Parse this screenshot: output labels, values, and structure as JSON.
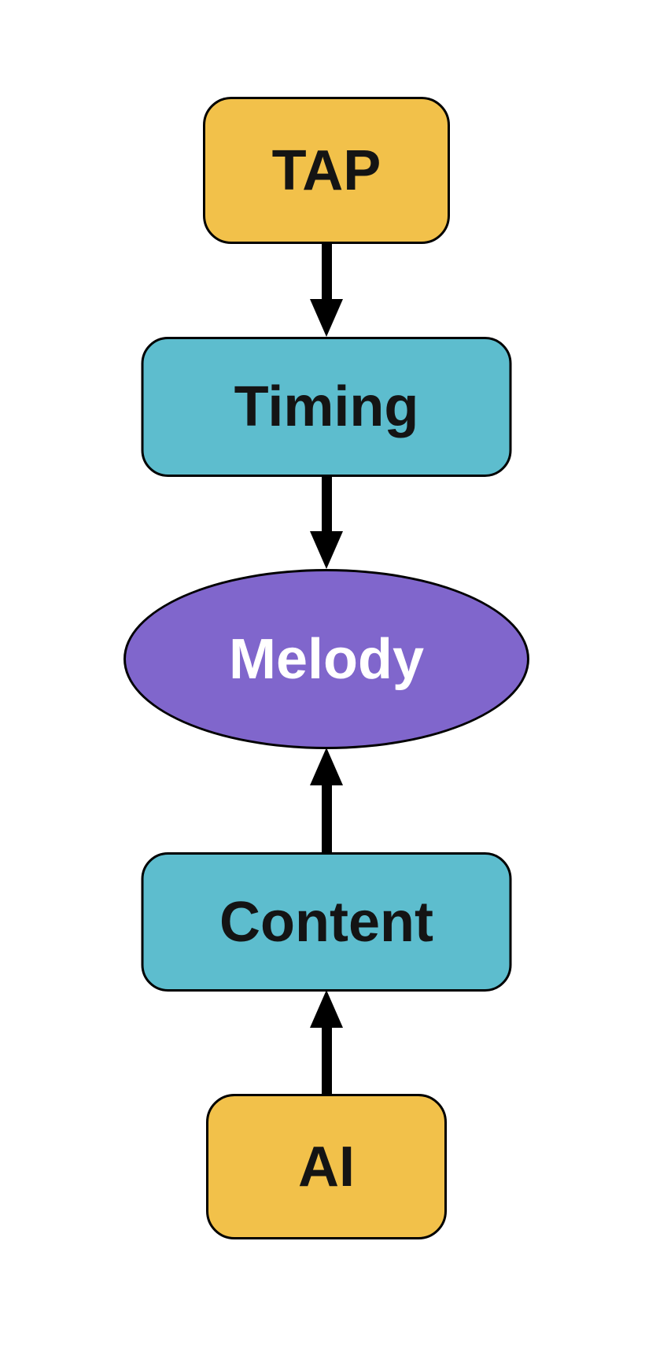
{
  "diagram": {
    "nodes": [
      {
        "id": "tap",
        "label": "TAP",
        "shape": "rounded-rect",
        "fill": "#F2C14A",
        "text_color": "#141414"
      },
      {
        "id": "timing",
        "label": "Timing",
        "shape": "rounded-rect",
        "fill": "#5DBDCE",
        "text_color": "#141414"
      },
      {
        "id": "melody",
        "label": "Melody",
        "shape": "ellipse",
        "fill": "#8066CC",
        "text_color": "#FFFFFF"
      },
      {
        "id": "content",
        "label": "Content",
        "shape": "rounded-rect",
        "fill": "#5DBDCE",
        "text_color": "#141414"
      },
      {
        "id": "ai",
        "label": "AI",
        "shape": "rounded-rect",
        "fill": "#F2C14A",
        "text_color": "#141414"
      }
    ],
    "edges": [
      {
        "from": "TAP",
        "to": "Timing",
        "direction": "down"
      },
      {
        "from": "Timing",
        "to": "Melody",
        "direction": "down"
      },
      {
        "from": "Content",
        "to": "Melody",
        "direction": "up"
      },
      {
        "from": "AI",
        "to": "Content",
        "direction": "up"
      }
    ],
    "colors": {
      "background": "#FFFFFF",
      "node_yellow": "#F2C14A",
      "node_teal": "#5DBDCE",
      "node_purple": "#8066CC",
      "outline": "#000000",
      "arrow": "#000000"
    }
  }
}
